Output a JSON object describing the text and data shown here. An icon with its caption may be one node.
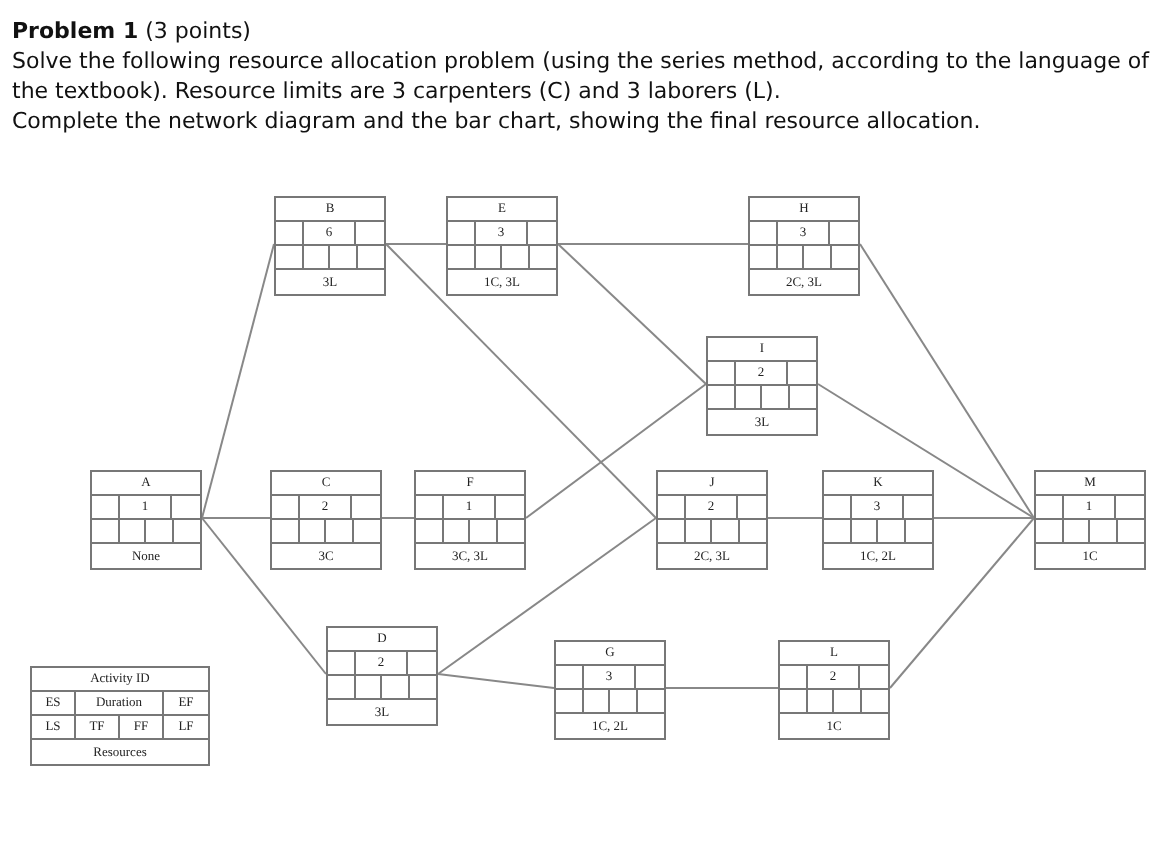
{
  "diagram": {
    "title": "**Problem 1** (3 points)",
    "nodes": [
      {
        "text": [
          "A",
          "1",
          "None"
        ]
      },
      {
        "text": [
          "B",
          "6",
          "3L"
        ]
      },
      {
        "text": [
          "E",
          "3",
          "1C, 3L"
        ]
      },
      {
        "text": [
          "H",
          "3",
          "2C, 3L"
        ]
      },
      {
        "text": [
          "I",
          "2",
          "3L"
        ]
      },
      {
        "text": [
          "C",
          "2",
          "3C"
        ]
      },
      {
        "text": [
          "F",
          "1",
          "3C, 3L"
        ]
      },
      {
        "text": [
          "J",
          "2",
          "2C, 3L"
        ]
      },
      {
        "text": [
          "K",
          "3",
          "1C, 2L"
        ]
      },
      {
        "text": [
          "M",
          "1",
          "1C"
        ]
      },
      {
        "text": [
          "D",
          "2",
          "3L"
        ]
      },
      {
        "text": [
          "G",
          "3",
          "1C, 2L"
        ]
      },
      {
        "text": [
          "L",
          "2",
          "1C"
        ]
      },
      {
        "text": [
          "Activity ID",
          "ES",
          "Duration",
          "EF",
          "LS",
          "TF",
          "FF",
          "LF",
          "Resources"
        ]
      }
    ],
    "edges": [
      {
        "from": 0,
        "to": 1,
        "arrow": "none"
      },
      {
        "from": 0,
        "to": 5,
        "arrow": "none"
      },
      {
        "from": 0,
        "to": 10,
        "arrow": "none"
      },
      {
        "from": 1,
        "to": 2,
        "arrow": "none"
      },
      {
        "from": 1,
        "to": 7,
        "arrow": "none"
      },
      {
        "from": 2,
        "to": 3,
        "arrow": "none"
      },
      {
        "from": 2,
        "to": 4,
        "arrow": "none"
      },
      {
        "from": 5,
        "to": 6,
        "arrow": "none"
      },
      {
        "from": 6,
        "to": 4,
        "arrow": "none"
      },
      {
        "from": 10,
        "to": 7,
        "arrow": "none"
      },
      {
        "from": 10,
        "to": 11,
        "arrow": "none"
      },
      {
        "from": 7,
        "to": 8,
        "arrow": "none"
      },
      {
        "from": 11,
        "to": 12,
        "arrow": "none"
      },
      {
        "from": 3,
        "to": 9,
        "arrow": "none"
      },
      {
        "from": 4,
        "to": 9,
        "arrow": "none"
      },
      {
        "from": 8,
        "to": 9,
        "arrow": "none"
      },
      {
        "from": 12,
        "to": 9,
        "arrow": "none"
      }
    ],
    "labels": [
      "Solve the following resource allocation problem (using the series method, according to the language of the textbook).  Resource limits are 3 carpenters (C) and 3 laborers (L).",
      "Complete the network diagram and the bar chart, showing the final resource allocation."
    ]
  }
}
